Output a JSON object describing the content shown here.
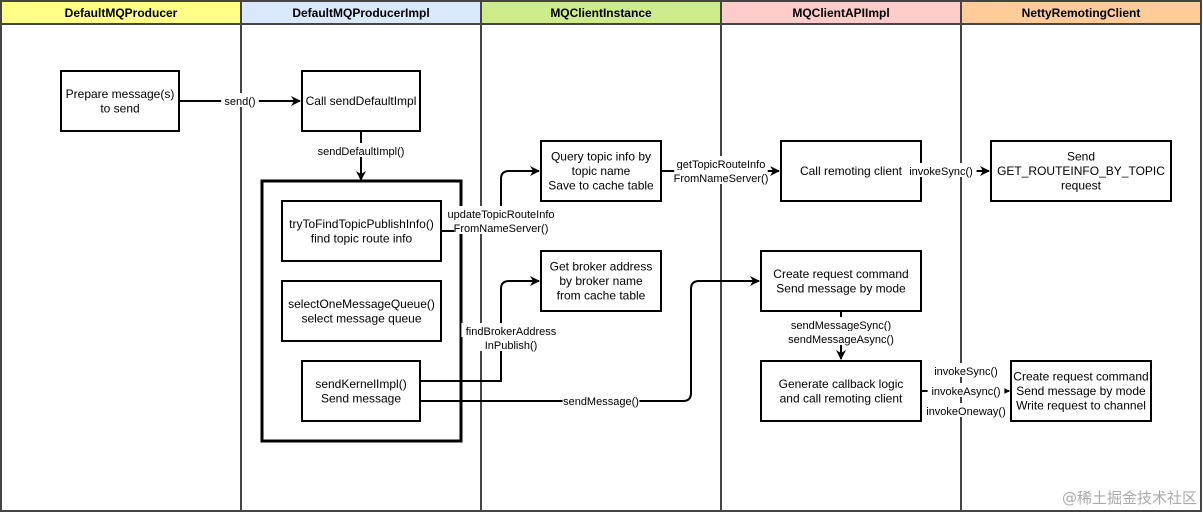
{
  "lanes": [
    {
      "title": "DefaultMQProducer",
      "color": "#ffff88"
    },
    {
      "title": "DefaultMQProducerImpl",
      "color": "#dae8fc"
    },
    {
      "title": "MQClientInstance",
      "color": "#cdeb8b"
    },
    {
      "title": "MQClientAPIImpl",
      "color": "#ffcccc"
    },
    {
      "title": "NettyRemotingClient",
      "color": "#ffcc99"
    }
  ],
  "boxes": {
    "prepare": [
      "Prepare message(s)",
      "to send"
    ],
    "call_send_default": [
      "Call sendDefaultImpl"
    ],
    "try_find": [
      "tryToFindTopicPublishInfo()",
      "find topic route info"
    ],
    "select_queue": [
      "selectOneMessageQueue()",
      "select message queue"
    ],
    "send_kernel": [
      "sendKernelImpl()",
      "Send message"
    ],
    "query_topic": [
      "Query topic info by",
      "topic name",
      "Save to cache table"
    ],
    "get_broker": [
      "Get broker address",
      "by broker name",
      "from cache table"
    ],
    "call_remoting": [
      "Call remoting client"
    ],
    "send_route": [
      "Send",
      "GET_ROUTEINFO_BY_TOPIC",
      "request"
    ],
    "create_request": [
      "Create request command",
      "Send message by mode"
    ],
    "gen_callback": [
      "Generate callback logic",
      "and call remoting client"
    ],
    "netty_create": [
      "Create request command",
      "Send message by mode",
      "Write request to channel"
    ]
  },
  "edges": {
    "send": [
      "send()"
    ],
    "send_default_impl": [
      "sendDefaultImpl()"
    ],
    "update_route": [
      "updateTopicRouteInfo",
      "FromNameServer()"
    ],
    "get_route": [
      "getTopicRouteInfo",
      "FromNameServer()"
    ],
    "invoke_sync_1": [
      "invokeSync()"
    ],
    "find_broker": [
      "findBrokerAddress",
      "InPublish()"
    ],
    "send_message": [
      "sendMessage()"
    ],
    "send_message_modes": [
      "sendMessageSync()",
      "sendMessageAsync()"
    ],
    "invoke_modes": [
      "invokeSync()",
      "invokeAsync()",
      "invokeOneway()"
    ]
  },
  "watermark": "@稀土掘金技术社区"
}
